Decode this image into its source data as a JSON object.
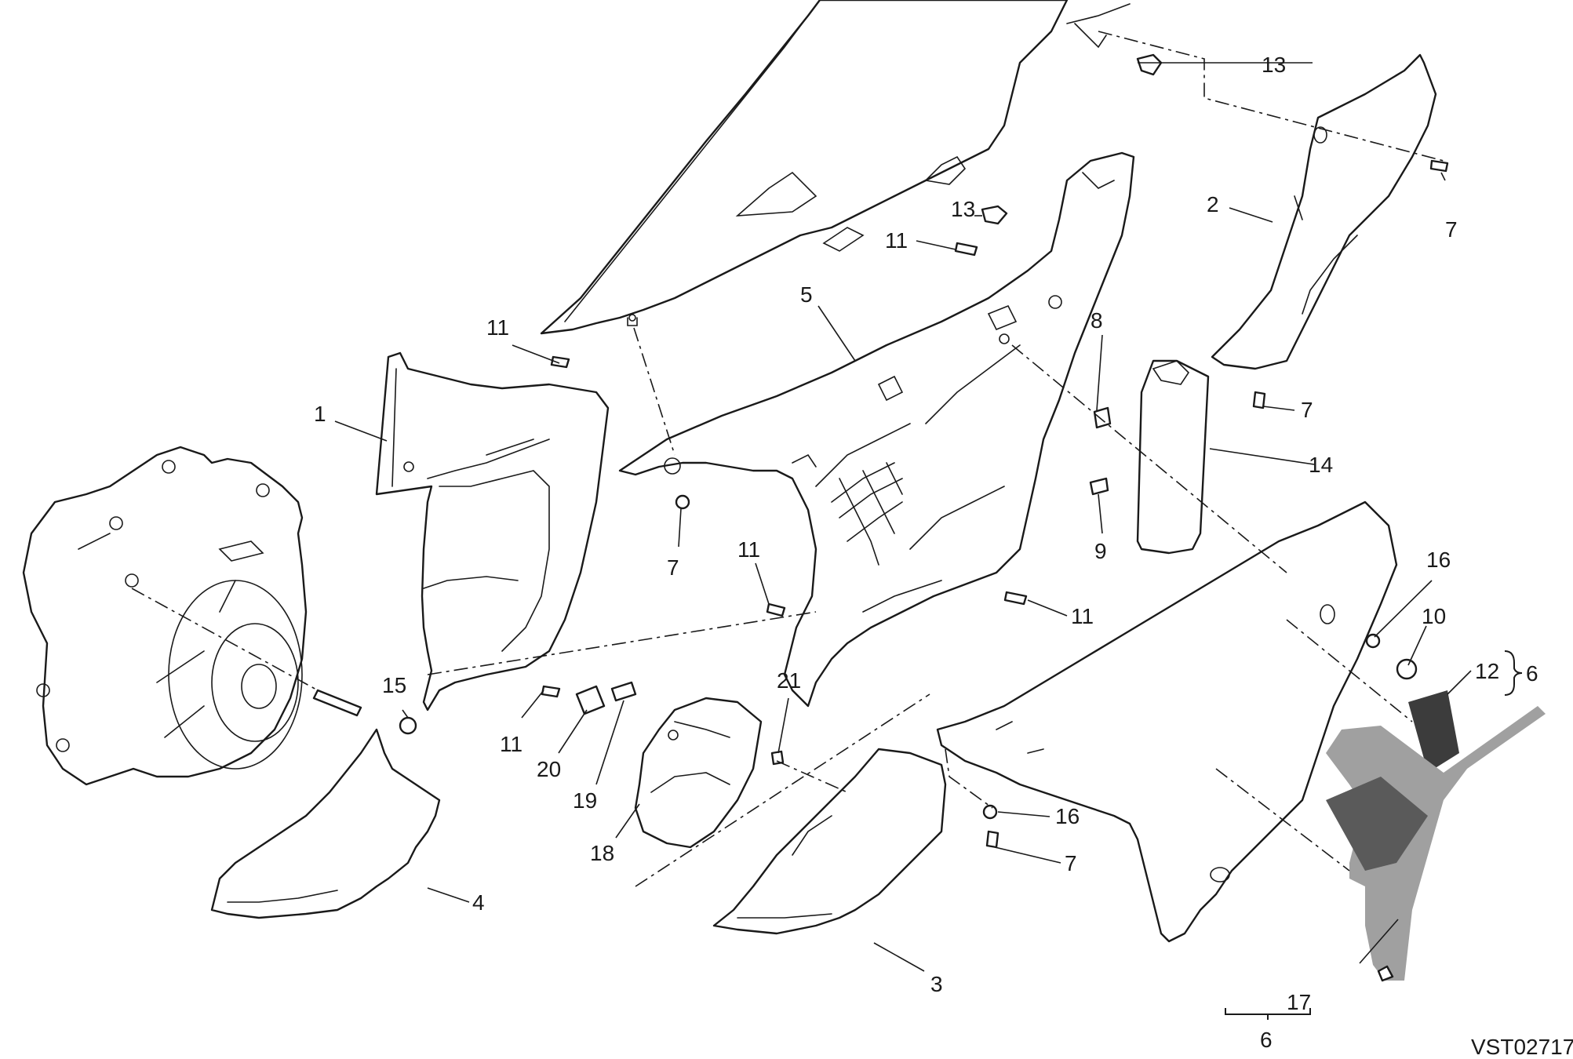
{
  "callouts": {
    "c1": "1",
    "c2": "2",
    "c3": "3",
    "c4": "4",
    "c5": "5",
    "c6_right": "6",
    "c6_bottom": "6",
    "c7_a": "7",
    "c7_b": "7",
    "c7_c": "7",
    "c7_d": "7",
    "c8": "8",
    "c9": "9",
    "c10": "10",
    "c11_a": "11",
    "c11_b": "11",
    "c11_c": "11",
    "c11_d": "11",
    "c11_e": "11",
    "c12": "12",
    "c13_a": "13",
    "c13_b": "13",
    "c14": "14",
    "c15": "15",
    "c16_a": "16",
    "c16_b": "16",
    "c17": "17",
    "c18": "18",
    "c19": "19",
    "c20": "20",
    "c21": "21"
  },
  "drawing_code": "VST02717",
  "colors": {
    "line": "#1a1a1a",
    "decal_dark": "#3c3c3c",
    "decal_mid": "#5a5a5a",
    "decal_grey": "#a0a0a0"
  }
}
